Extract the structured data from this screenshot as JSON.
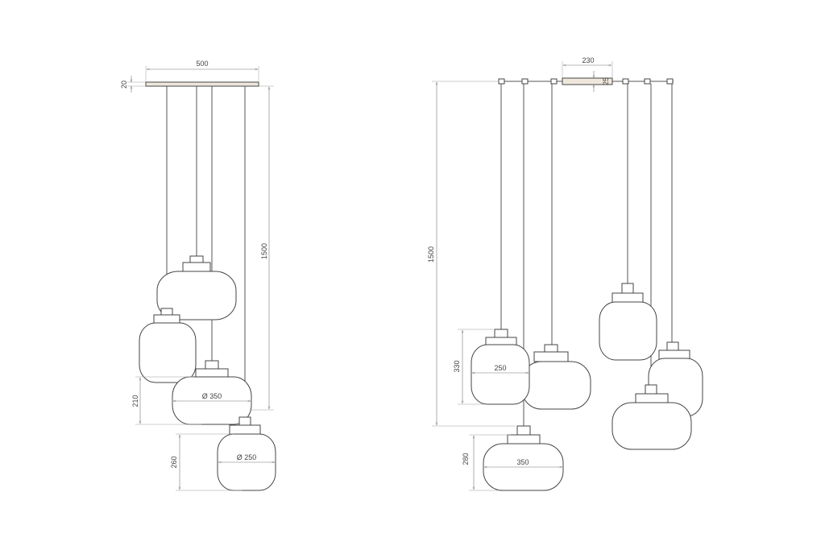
{
  "colors": {
    "line": "#444444",
    "canopy_fill": "#efe7dc",
    "dimension": "#777777"
  },
  "left_fixture": {
    "canopy_width": "500",
    "canopy_height": "20",
    "total_height": "1500",
    "large_shade_height": "210",
    "large_shade_diameter": "Ø 350",
    "small_shade_height": "260",
    "small_shade_diameter": "Ø 250"
  },
  "right_fixture": {
    "canopy_width": "230",
    "canopy_height": "25",
    "total_height": "1500",
    "small_shade_height": "330",
    "small_shade_width": "250",
    "large_shade_height": "280",
    "large_shade_width": "350"
  }
}
